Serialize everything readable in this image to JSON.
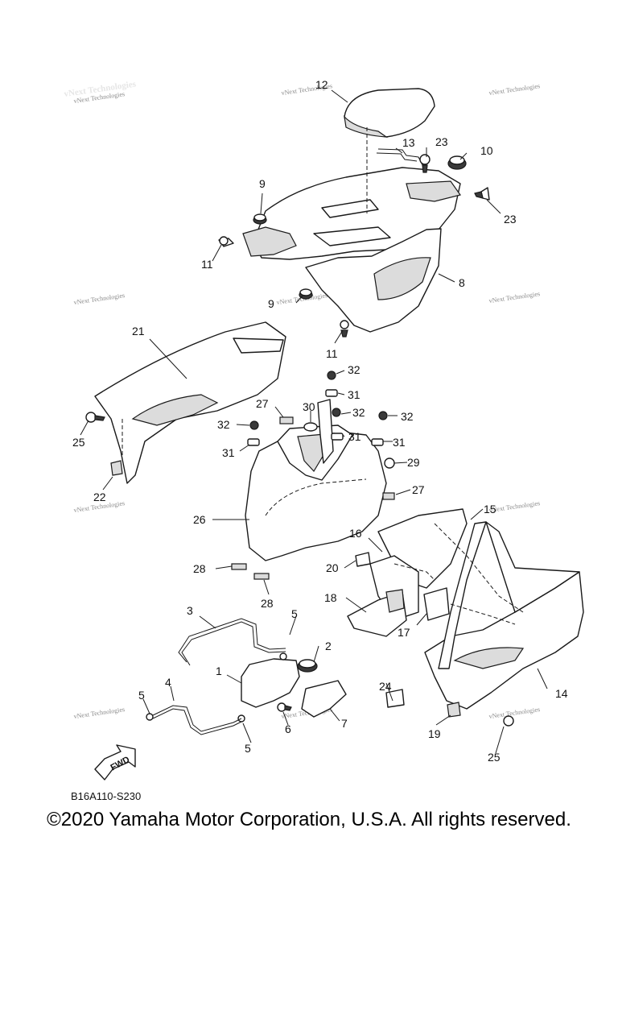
{
  "diagram": {
    "diagram_code": "B16A110-S230",
    "fwd_label": "FWD",
    "watermark": "vNext Technologies",
    "callouts": [
      "1",
      "2",
      "3",
      "4",
      "5",
      "6",
      "7",
      "8",
      "9",
      "10",
      "11",
      "12",
      "13",
      "14",
      "15",
      "16",
      "17",
      "18",
      "19",
      "20",
      "21",
      "22",
      "23",
      "24",
      "25",
      "26",
      "27",
      "28",
      "29",
      "30",
      "31",
      "32"
    ]
  },
  "footer": {
    "copyright": "©2020 Yamaha Motor Corporation, U.S.A. All rights reserved."
  }
}
